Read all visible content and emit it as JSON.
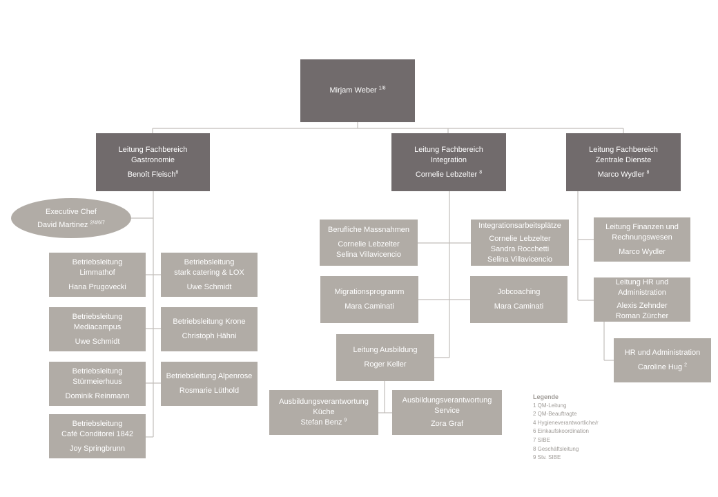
{
  "top": {
    "name": "Mirjam Weber",
    "sup": "1/8"
  },
  "gastro": {
    "line1": "Leitung Fachbereich",
    "line2": "Gastronomie",
    "name": "Benoît Fleisch",
    "sup": "8"
  },
  "integration": {
    "line1": "Leitung Fachbereich",
    "line2": "Integration",
    "name": "Cornelie Lebzelter",
    "sup": "8"
  },
  "zentral": {
    "line1": "Leitung Fachbereich",
    "line2": "Zentrale Dienste",
    "name": "Marco Wydler",
    "sup": "8"
  },
  "exec_chef": {
    "title": "Executive Chef",
    "name": "David Martinez",
    "sup": "2/4/6/7"
  },
  "limmathof": {
    "line1": "Betriebsleitung",
    "line2": "Limmathof",
    "name": "Hana Prugovecki"
  },
  "stark": {
    "line1": "Betriebsleitung",
    "line2": "stark catering  & LOX",
    "name": "Uwe Schmidt"
  },
  "mediacampus": {
    "line1": "Betriebsleitung",
    "line2": "Mediacampus",
    "name": "Uwe Schmidt"
  },
  "krone": {
    "line1": "Betriebsleitung  Krone",
    "name": "Christoph Hähni"
  },
  "stuermeierhuus": {
    "line1": "Betriebsleitung",
    "line2": "Stürmeierhuus",
    "name": "Dominik Reinmann"
  },
  "alpenrose": {
    "line1": "Betriebsleitung  Alpenrose",
    "name": "Rosmarie Lüthold"
  },
  "conditorei": {
    "line1": "Betriebsleitung",
    "line2": "Café Conditorei 1842",
    "name": "Joy Springbrunn"
  },
  "berufliche": {
    "title": "Berufliche Massnahmen",
    "name1": "Cornelie  Lebzelter",
    "name2": "Selina Villavicencio"
  },
  "integrationsarbeit": {
    "title": "Integrationsarbeitsplätze",
    "name1": "Cornelie  Lebzelter",
    "name2": "Sandra Rocchetti",
    "name3": "Selina Villavicencio"
  },
  "migration": {
    "title": "Migrationsprogramm",
    "name": "Mara Caminati"
  },
  "jobcoaching": {
    "title": "Jobcoaching",
    "name": "Mara Caminati"
  },
  "ausbildung": {
    "title": "Leitung  Ausbildung",
    "name": "Roger Keller"
  },
  "av_kueche": {
    "line1": "Ausbildungsverantwortung",
    "line2": "Küche",
    "name": "Stefan Benz",
    "sup": "9"
  },
  "av_service": {
    "line1": "Ausbildungsverantwortung",
    "line2": "Service",
    "name": "Zora Graf"
  },
  "finanzen": {
    "line1": "Leitung  Finanzen und",
    "line2": "Rechnungswesen",
    "name": "Marco Wydler"
  },
  "hr_leitung": {
    "line1": "Leitung HR und",
    "line2": "Administration",
    "name1": "Alexis  Zehnder",
    "name2": "Roman Zürcher"
  },
  "hr_admin": {
    "title": "HR und Administration",
    "name": "Caroline Hug",
    "sup": "2"
  },
  "legend": {
    "title": "Legende",
    "items": [
      "1 QM-Leitung",
      "2 QM-Beauftragte",
      "4 Hygieneverantwortliche/r",
      "6 Einkaufskoordination",
      "7 SIBE",
      "8 Geschäftsleitung",
      "9 Stv. SIBE"
    ]
  },
  "colors": {
    "dark": "#716b6c",
    "light": "#b1aca6",
    "line": "#c2beba"
  }
}
